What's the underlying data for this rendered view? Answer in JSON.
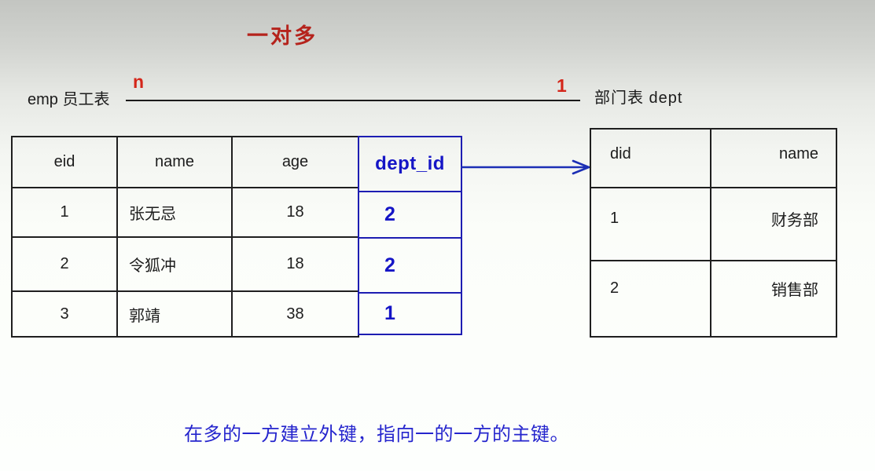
{
  "title": "一对多",
  "relationship": {
    "left_table_label": "emp 员工表",
    "right_table_label": "部门表 dept",
    "left_cardinality": "n",
    "right_cardinality": "1"
  },
  "emp_table": {
    "headers": [
      "eid",
      "name",
      "age",
      "dept_id"
    ],
    "rows": [
      [
        "1",
        "张无忌",
        "18",
        "2"
      ],
      [
        "2",
        "令狐冲",
        "18",
        "2"
      ],
      [
        "3",
        "郭靖",
        "38",
        "1"
      ]
    ],
    "foreign_key_column": "dept_id"
  },
  "dept_table": {
    "headers": [
      "did",
      "name"
    ],
    "rows": [
      [
        "1",
        "财务部"
      ],
      [
        "2",
        "销售部"
      ]
    ]
  },
  "caption": "在多的一方建立外键，指向一的一方的主键。",
  "colors": {
    "accent_red": "#b5231c",
    "cardinality_red": "#d4261a",
    "key_blue": "#1515c6",
    "blue_border": "#1d1db2",
    "arrow_blue": "#1c2fb5",
    "caption_blue": "#2525cd",
    "table_border_black": "#1f1f1f"
  }
}
